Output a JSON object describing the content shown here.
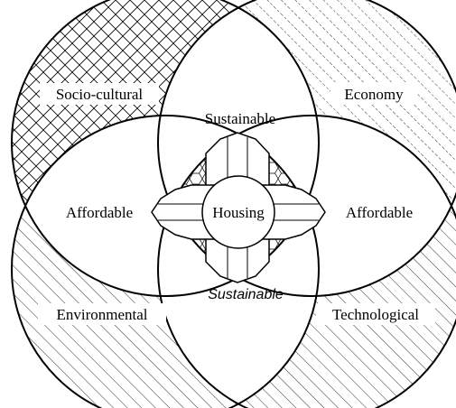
{
  "diagram": {
    "quadrants": {
      "top_left": "Socio-cultural",
      "top_right": "Economy",
      "bottom_left": "Environmental",
      "bottom_right": "Technological"
    },
    "lenses": {
      "top": "Sustainable",
      "bottom": "Sustainable",
      "left": "Affordable",
      "right": "Affordable"
    },
    "center": "Housing"
  },
  "colors": {
    "stroke": "#000000",
    "background": "#ffffff"
  }
}
